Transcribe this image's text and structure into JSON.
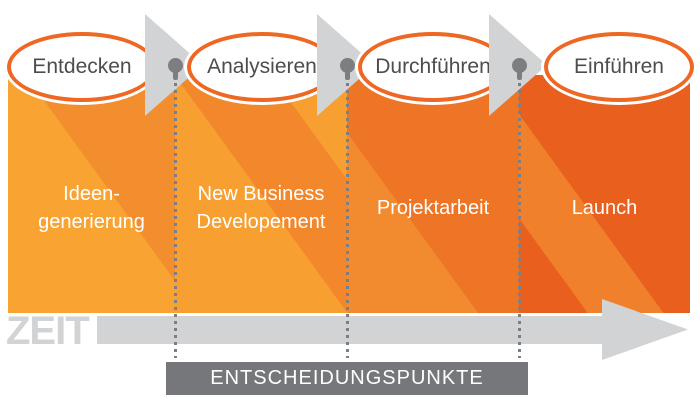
{
  "phases": [
    {
      "oval": "Entdecken",
      "label_lines": [
        "Ideen-",
        "generierung"
      ],
      "colors": {
        "light": "#F9A432",
        "dark": "#F28E2D"
      }
    },
    {
      "oval": "Analysieren",
      "label_lines": [
        "New Business",
        "Developement"
      ],
      "colors": {
        "light": "#F89F31",
        "dark": "#F2872C"
      }
    },
    {
      "oval": "Durchführen",
      "label_lines": [
        "Projektarbeit"
      ],
      "colors": {
        "light": "#F28A30",
        "dark": "#EE7426"
      }
    },
    {
      "oval": "Einführen",
      "label_lines": [
        "Launch"
      ],
      "colors": {
        "light": "#F0802C",
        "dark": "#E95F1E"
      }
    }
  ],
  "timeline": {
    "label": "ZEIT"
  },
  "decision_bar": {
    "label": "ENTSCHEIDUNGSPUNKTE"
  },
  "palette": {
    "chevron_gray": "#D1D3D4",
    "dot_gray": "#7C7E81",
    "bar_gray": "#76777A",
    "oval_border": "#EE6723",
    "oval_text": "#4D4D4F"
  }
}
